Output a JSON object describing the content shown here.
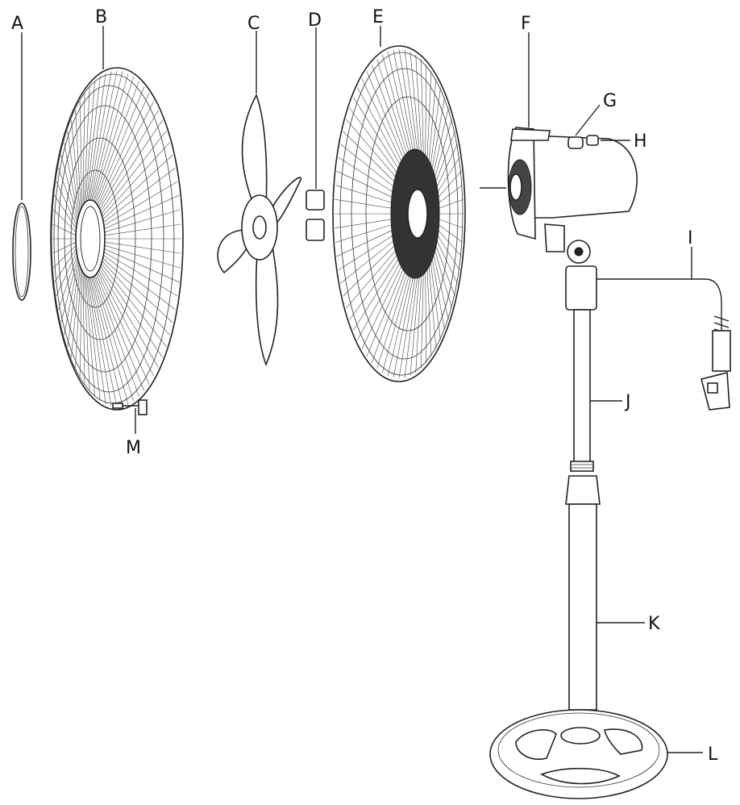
{
  "diagram": {
    "colors": {
      "ink": "#222222",
      "background": "#ffffff"
    },
    "labels": {
      "A": "A",
      "B": "B",
      "C": "C",
      "D": "D",
      "E": "E",
      "F": "F",
      "G": "G",
      "H": "H",
      "I": "I",
      "J": "J",
      "K": "K",
      "L": "L",
      "M": "M"
    }
  }
}
